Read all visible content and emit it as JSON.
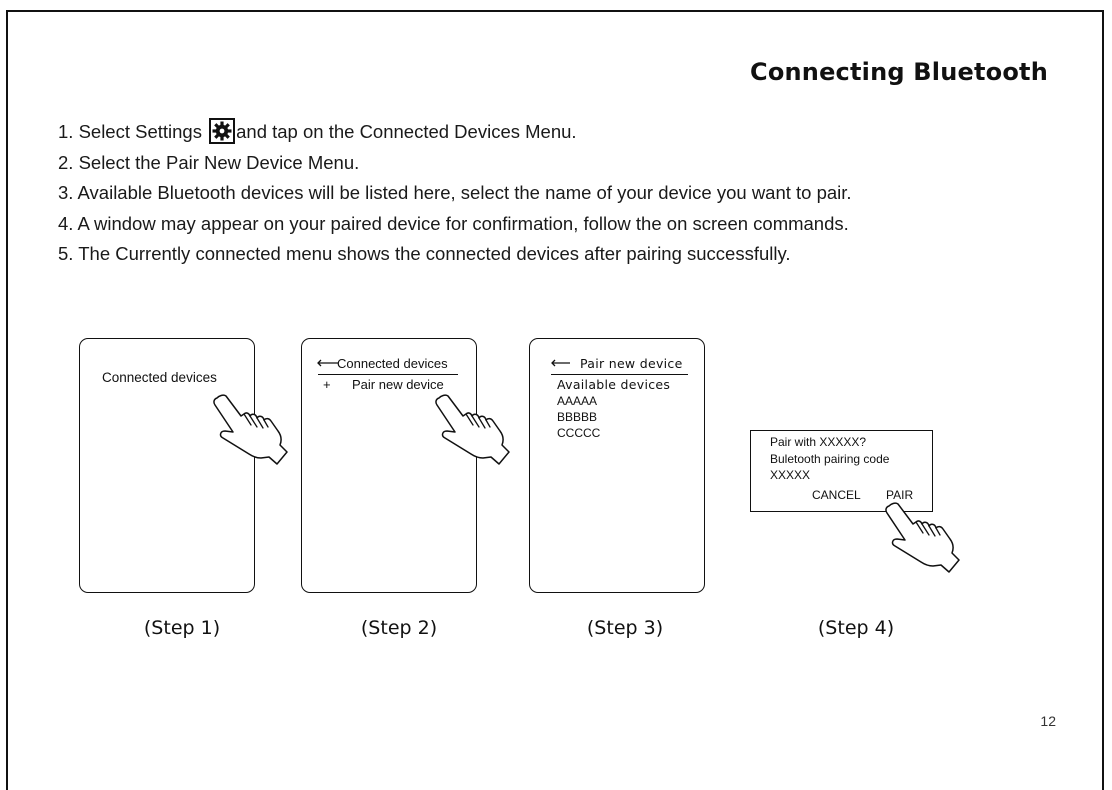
{
  "page": {
    "title": "Connecting Bluetooth",
    "page_number": "12"
  },
  "instructions": {
    "line1_prefix": "1. Select Settings",
    "line1_suffix": "and tap on the Connected Devices Menu.",
    "line2": "2. Select the Pair New Device Menu.",
    "line3": "3. Available Bluetooth devices will be listed here, select the name of your device you want to pair.",
    "line4": "4. A window may appear on your paired device for confirmation, follow the on screen commands.",
    "line5": "5. The Currently connected menu shows the connected devices after pairing successfully.",
    "settings_icon": "gear-icon"
  },
  "step1": {
    "label": "(Step 1)",
    "menu_item": "Connected devices"
  },
  "step2": {
    "label": "(Step 2)",
    "header": "Connected devices",
    "plus": "+",
    "menu_item": "Pair new device"
  },
  "step3": {
    "label": "(Step 3)",
    "header": "Pair new device",
    "section": "Available devices",
    "devices": [
      "AAAAA",
      "BBBBB",
      "CCCCC"
    ]
  },
  "step4": {
    "label": "(Step 4)",
    "question": "Pair with XXXXX?",
    "code_label": "Buletooth pairing code",
    "code": "XXXXX",
    "cancel": "CANCEL",
    "pair": "PAIR"
  },
  "icons": {
    "hand": "pointing-hand-icon",
    "back": "back-arrow-icon"
  }
}
